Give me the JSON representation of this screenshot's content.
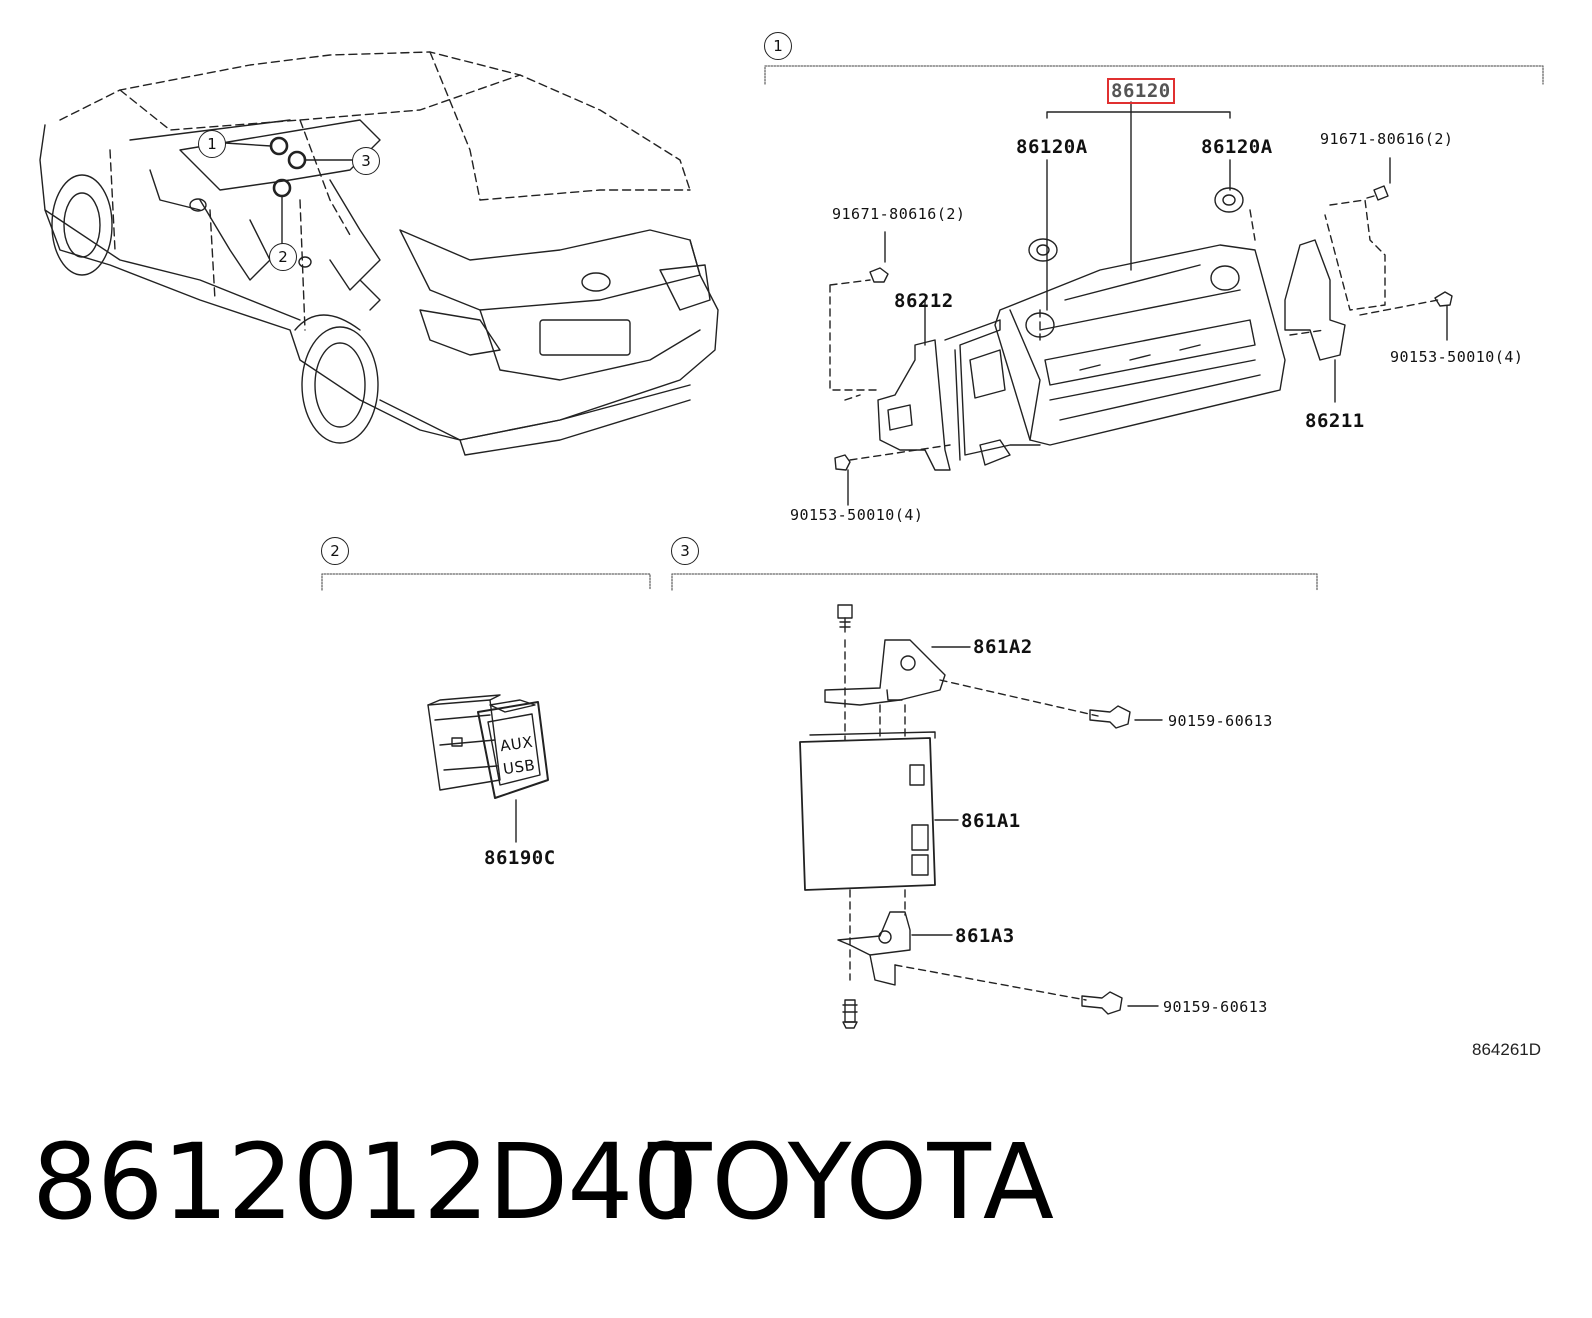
{
  "callouts": {
    "c1": "1",
    "c2": "2",
    "c3": "3"
  },
  "car_callouts": {
    "c1": "1",
    "c2": "2",
    "c3": "3"
  },
  "group1": {
    "main_part": "86120",
    "knob_left": "86120A",
    "knob_right": "86120A",
    "screw_top_right": "91671-80616(2)",
    "screw_top_left": "91671-80616(2)",
    "bracket_left": "86212",
    "bracket_right": "86211",
    "bolt_right": "90153-50010(4)",
    "bolt_left": "90153-50010(4)"
  },
  "group2": {
    "switch_part": "86190C",
    "switch_text_line1": "AUX",
    "switch_text_line2": "USB"
  },
  "group3": {
    "bracket_top": "861A2",
    "bolt_top": "90159-60613",
    "module": "861A1",
    "bracket_bottom": "861A3",
    "bolt_bottom": "90159-60613"
  },
  "diagram_id": "864261D",
  "footer": {
    "part_number": "8612012D40",
    "brand": "TOYOTA"
  },
  "colors": {
    "highlight": "#e03030",
    "line": "#222222"
  }
}
